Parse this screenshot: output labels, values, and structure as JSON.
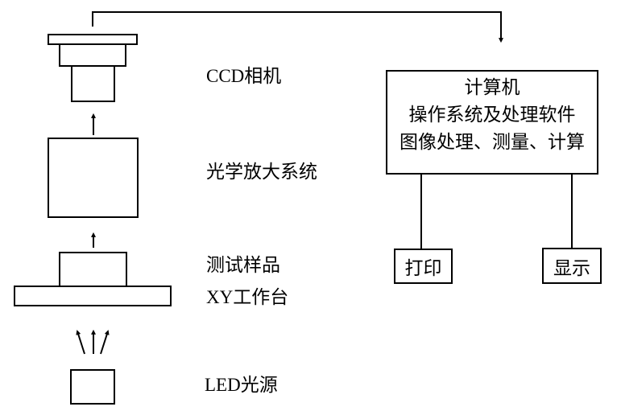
{
  "colors": {
    "background": "#ffffff",
    "line": "#000000"
  },
  "components": {
    "ccd_camera": "CCD相机",
    "optical_system": "光学放大系统",
    "test_sample": "测试样品",
    "xy_stage": "XY工作台",
    "led_source": "LED光源"
  },
  "computer": {
    "title": "计算机",
    "line2": "操作系统及处理软件",
    "line3": "图像处理、测量、计算"
  },
  "outputs": {
    "print": "打印",
    "display": "显示"
  }
}
